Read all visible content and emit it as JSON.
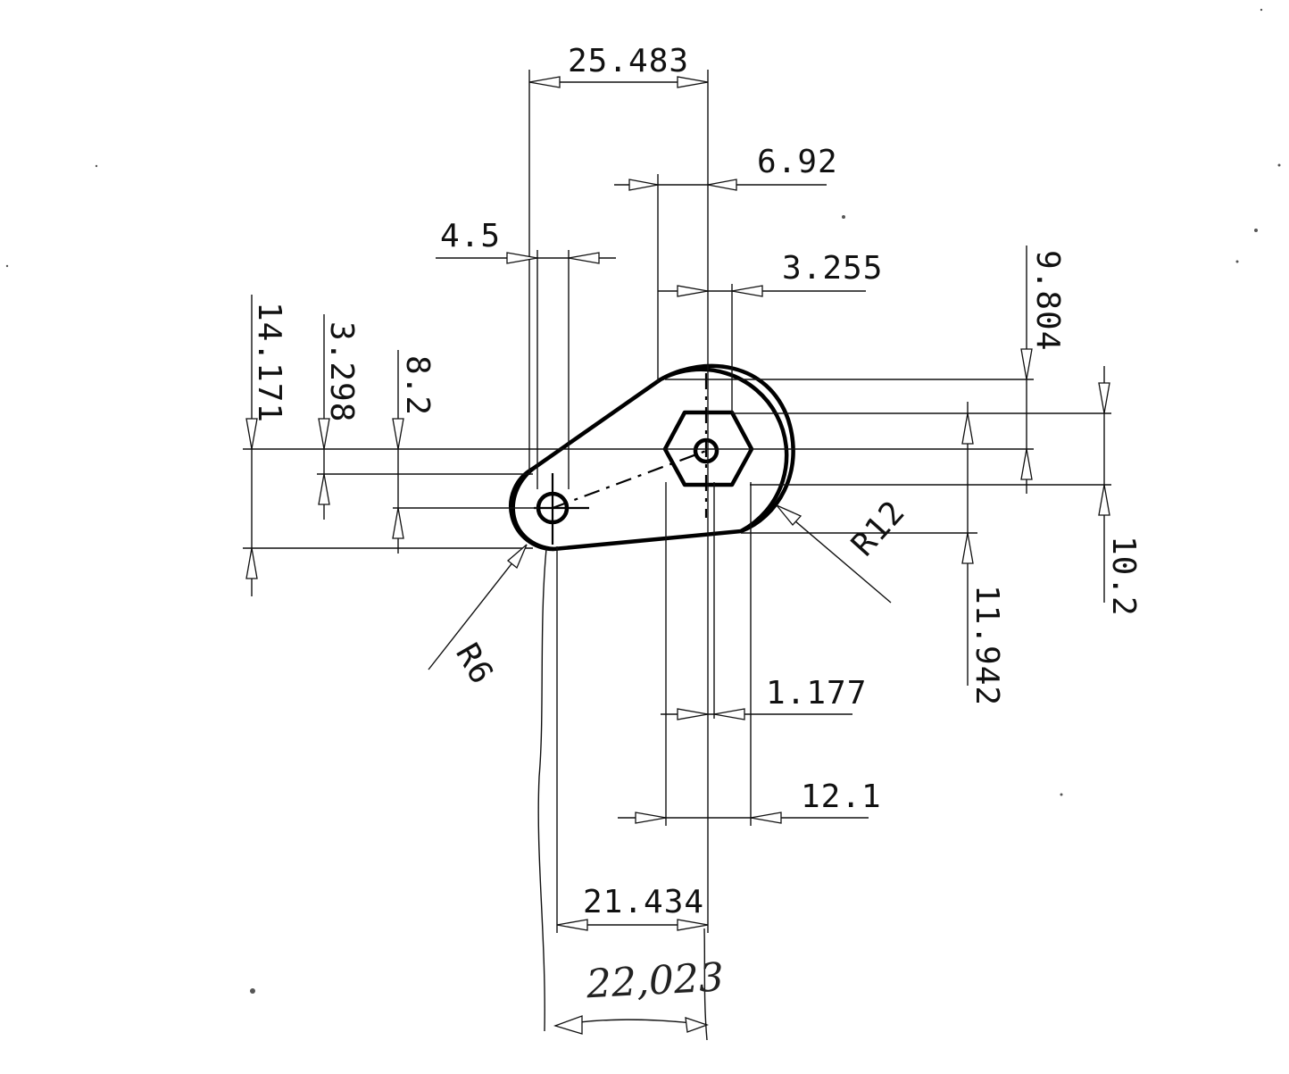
{
  "colors": {
    "ink": "#111111",
    "paper": "#ffffff"
  },
  "dimensions": {
    "top_width": "25.483",
    "offset_6_92": "6.92",
    "offset_4_5": "4.5",
    "offset_3_255": "3.255",
    "left_14_171": "14.171",
    "left_3_298": "3.298",
    "left_8_2": "8.2",
    "right_9_804": "9.804",
    "right_10_2": "10.2",
    "right_11_942": "11.942",
    "radius_large": "R12",
    "radius_small": "R6",
    "bottom_1_177": "1.177",
    "bottom_12_1": "12.1",
    "bottom_21_434": "21.434",
    "handwritten_total": "22,023"
  }
}
